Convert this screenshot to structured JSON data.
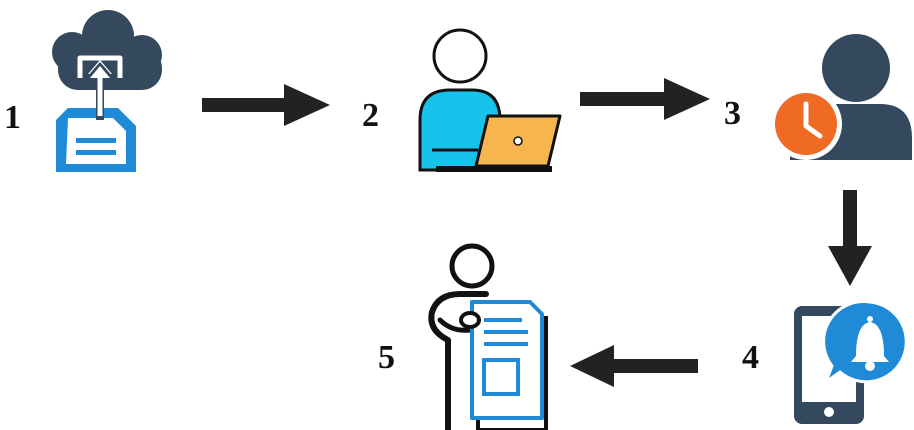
{
  "colors": {
    "dark_navy": "#34495e",
    "arrow": "#222222",
    "document_blue": "#1f8ad6",
    "person_cyan": "#17c3ea",
    "laptop_orange": "#f7b54e",
    "clock_orange": "#ef6a23",
    "outline_black": "#111111",
    "white": "#ffffff"
  },
  "steps": [
    {
      "number": "1",
      "icon": "cloud-upload-document-icon"
    },
    {
      "number": "2",
      "icon": "person-with-laptop-icon"
    },
    {
      "number": "3",
      "icon": "person-with-clock-icon"
    },
    {
      "number": "4",
      "icon": "phone-notification-bell-icon"
    },
    {
      "number": "5",
      "icon": "person-holding-document-icon"
    }
  ],
  "arrows": [
    {
      "from": "1",
      "to": "2",
      "direction": "right"
    },
    {
      "from": "2",
      "to": "3",
      "direction": "right"
    },
    {
      "from": "3",
      "to": "4",
      "direction": "down"
    },
    {
      "from": "4",
      "to": "5",
      "direction": "left"
    }
  ]
}
